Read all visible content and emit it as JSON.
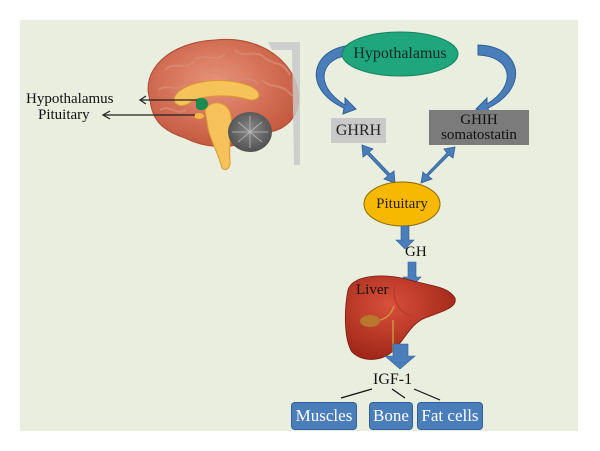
{
  "figure": {
    "brain_panel": {
      "labels": {
        "hypothalamus": "Hypothalamus",
        "pituitary": "Pituitary"
      }
    },
    "pathway": {
      "hypothalamus": "Hypothalamus",
      "ghrh": "GHRH",
      "ghih_line1": "GHIH",
      "ghih_line2": "somatostatin",
      "pituitary": "Pituitary",
      "gh": "GH",
      "liver": "Liver",
      "igf1": "IGF-1",
      "targets": [
        "Muscles",
        "Bone",
        "Fat cells"
      ]
    },
    "colors": {
      "background": "#e9eedf",
      "hypothalamus_node": "#1fa67c",
      "pituitary_node": "#f7b800",
      "ghrh_box": "#c9c9c9",
      "ghih_box": "#7b7b7b",
      "arrow": "#4a7ebb",
      "target_box": "#4a7ebb"
    }
  }
}
